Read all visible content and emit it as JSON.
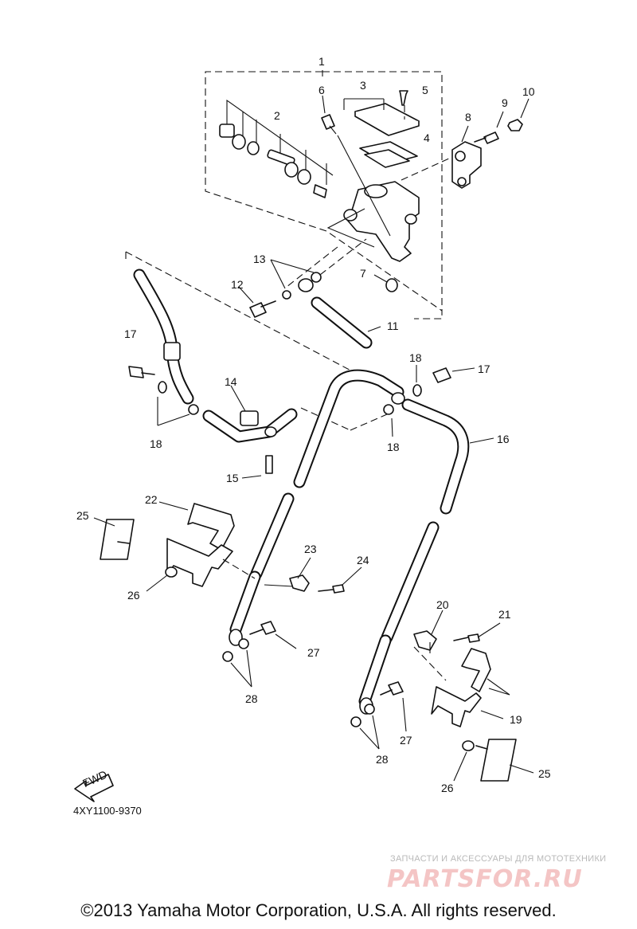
{
  "diagram": {
    "callouts": [
      {
        "id": "1",
        "label": "1"
      },
      {
        "id": "2",
        "label": "2"
      },
      {
        "id": "3",
        "label": "3"
      },
      {
        "id": "4",
        "label": "4"
      },
      {
        "id": "5",
        "label": "5"
      },
      {
        "id": "6",
        "label": "6"
      },
      {
        "id": "7",
        "label": "7"
      },
      {
        "id": "8",
        "label": "8"
      },
      {
        "id": "9",
        "label": "9"
      },
      {
        "id": "10",
        "label": "10"
      },
      {
        "id": "11",
        "label": "11"
      },
      {
        "id": "12",
        "label": "12"
      },
      {
        "id": "13",
        "label": "13"
      },
      {
        "id": "14",
        "label": "14"
      },
      {
        "id": "15",
        "label": "15"
      },
      {
        "id": "16",
        "label": "16"
      },
      {
        "id": "17a",
        "label": "17"
      },
      {
        "id": "17b",
        "label": "17"
      },
      {
        "id": "18a",
        "label": "18"
      },
      {
        "id": "18b",
        "label": "18"
      },
      {
        "id": "18c",
        "label": "18"
      },
      {
        "id": "19",
        "label": "19"
      },
      {
        "id": "20",
        "label": "20"
      },
      {
        "id": "21",
        "label": "21"
      },
      {
        "id": "22",
        "label": "22"
      },
      {
        "id": "23",
        "label": "23"
      },
      {
        "id": "24",
        "label": "24"
      },
      {
        "id": "25a",
        "label": "25"
      },
      {
        "id": "25b",
        "label": "25"
      },
      {
        "id": "26a",
        "label": "26"
      },
      {
        "id": "26b",
        "label": "26"
      },
      {
        "id": "27a",
        "label": "27"
      },
      {
        "id": "27b",
        "label": "27"
      },
      {
        "id": "28a",
        "label": "28"
      },
      {
        "id": "28b",
        "label": "28"
      }
    ],
    "fwd_arrow_label": "FWD",
    "catalog_code": "4XY1100-9370"
  },
  "watermark": {
    "tagline": "ЗАПЧАСТИ И АКСЕССУАРЫ ДЛЯ МОТОТЕХНИКИ",
    "brand": "PARTSFOR.RU"
  },
  "footer": {
    "copyright": "©2013 Yamaha Motor Corporation, U.S.A. All rights reserved."
  }
}
